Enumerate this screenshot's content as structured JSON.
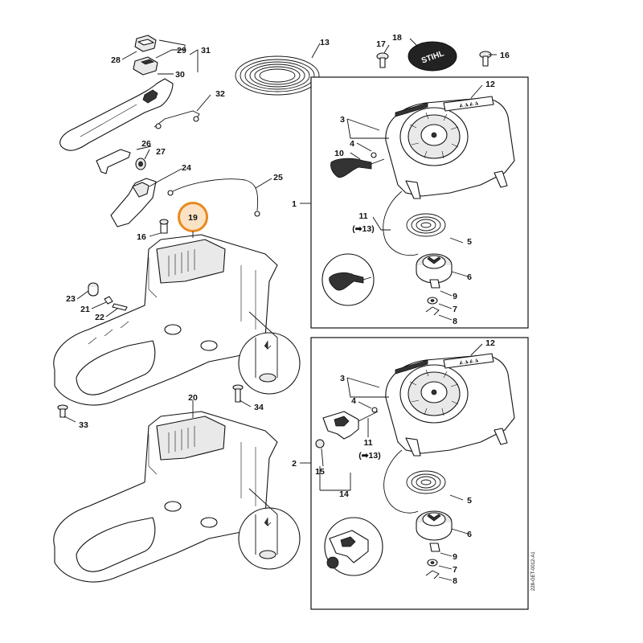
{
  "diagram": {
    "highlight": {
      "label": "19",
      "ring_color": "#e8891e",
      "fill": "#fbe2c4"
    },
    "labels": {
      "l1": "1",
      "l2": "2",
      "l3a": "3",
      "l3b": "3",
      "l4a": "4",
      "l4b": "4",
      "l5a": "5",
      "l5b": "5",
      "l6a": "6",
      "l6b": "6",
      "l7a": "7",
      "l7b": "7",
      "l8a": "8",
      "l8b": "8",
      "l9a": "9",
      "l9b": "9",
      "l10": "10",
      "l11a": "11",
      "l11b": "11",
      "l13ra": "(➡13)",
      "l13rb": "(➡13)",
      "l12a": "12",
      "l12b": "12",
      "l13": "13",
      "l14": "14",
      "l15": "15",
      "l16a": "16",
      "l16b": "16",
      "l17": "17",
      "l18": "18",
      "l20": "20",
      "l21": "21",
      "l22": "22",
      "l23": "23",
      "l24": "24",
      "l25": "25",
      "l26": "26",
      "l27": "27",
      "l28": "28",
      "l29": "29",
      "l30": "30",
      "l31": "31",
      "l32": "32",
      "l33": "33",
      "l34": "34"
    },
    "logo_text": "STIHL",
    "side_code": "228-GET-0012-A1"
  }
}
